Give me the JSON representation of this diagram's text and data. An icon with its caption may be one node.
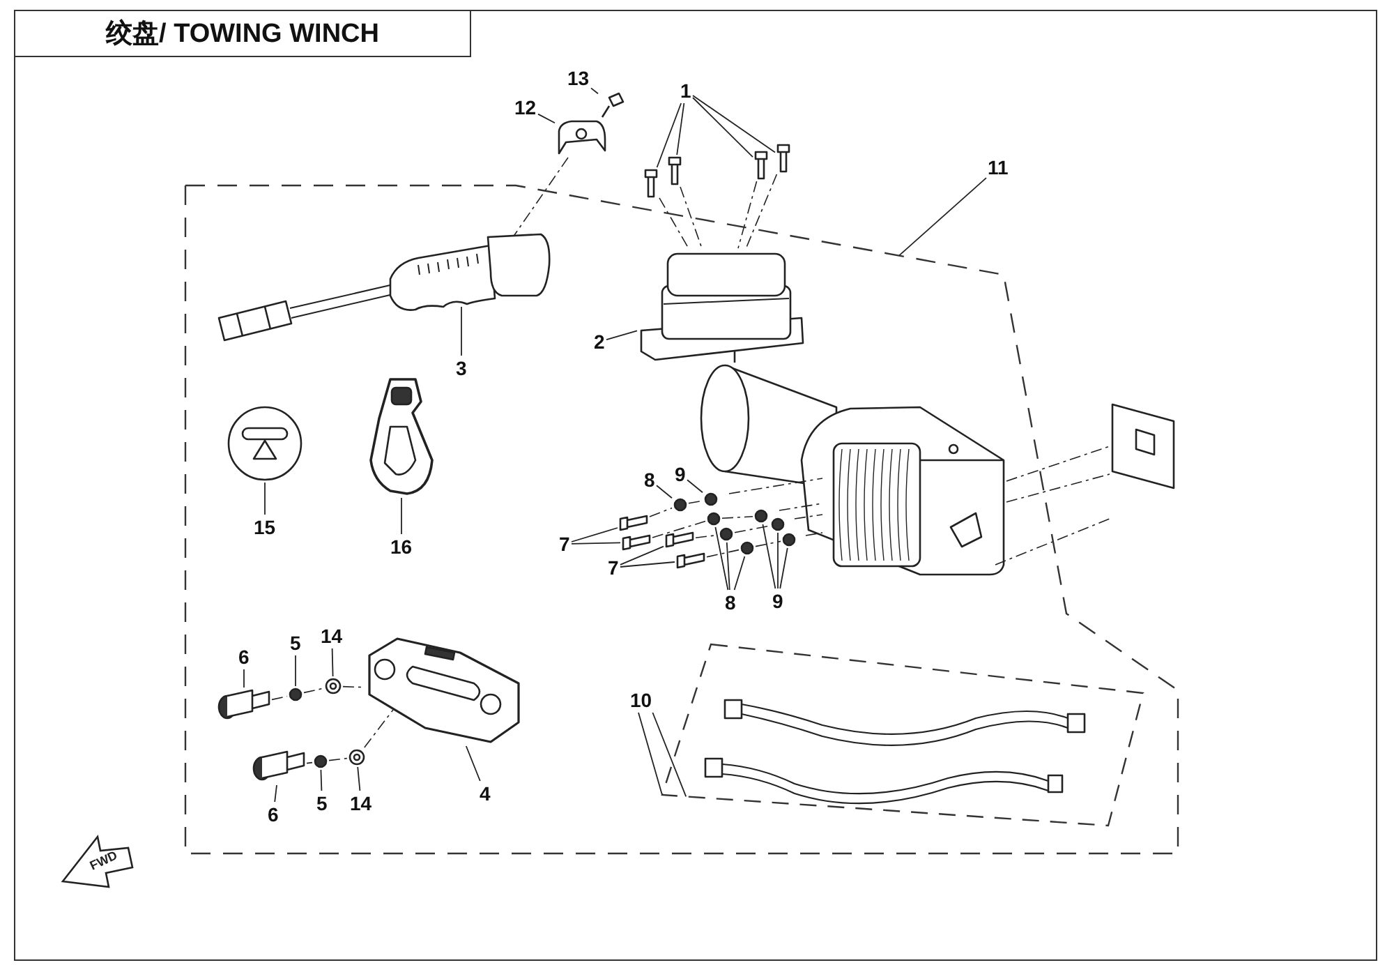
{
  "diagram": {
    "title": "绞盘/ TOWING WINCH",
    "nodes": [
      {
        "text": [
          "1"
        ]
      },
      {
        "text": [],
        "shape": "picture"
      },
      {
        "text": [],
        "shape": "picture"
      },
      {
        "text": [],
        "shape": "picture"
      },
      {
        "text": [],
        "shape": "picture"
      },
      {
        "text": [
          "13"
        ]
      },
      {
        "text": [],
        "shape": "picture"
      },
      {
        "text": [
          "12"
        ]
      },
      {
        "text": [],
        "shape": "picture"
      },
      {
        "text": [
          "11"
        ]
      },
      {
        "text": [],
        "shape": "box"
      },
      {
        "text": [
          "3"
        ],
        "in": 10
      },
      {
        "text": [],
        "shape": "picture",
        "in": 10
      },
      {
        "text": [
          "2"
        ],
        "in": 10
      },
      {
        "text": [],
        "shape": "picture",
        "in": 10
      },
      {
        "text": [
          "9"
        ],
        "in": 10
      },
      {
        "text": [],
        "shape": "circle",
        "in": 10
      },
      {
        "text": [
          "8"
        ],
        "in": 10
      },
      {
        "text": [],
        "shape": "circle",
        "in": 10
      },
      {
        "text": [
          "15"
        ],
        "in": 10
      },
      {
        "text": [],
        "shape": "picture",
        "in": 10
      },
      {
        "text": [
          "16"
        ],
        "in": 10
      },
      {
        "text": [],
        "shape": "picture",
        "in": 10
      },
      {
        "text": [
          "7"
        ],
        "in": 10
      },
      {
        "text": [],
        "shape": "picture",
        "in": 10
      },
      {
        "text": [],
        "shape": "picture",
        "in": 10
      },
      {
        "text": [
          "7"
        ],
        "in": 10
      },
      {
        "text": [],
        "shape": "picture",
        "in": 10
      },
      {
        "text": [],
        "shape": "picture",
        "in": 10
      },
      {
        "text": [
          "9"
        ],
        "in": 10
      },
      {
        "text": [],
        "shape": "circle",
        "in": 10
      },
      {
        "text": [],
        "shape": "circle",
        "in": 10
      },
      {
        "text": [],
        "shape": "circle",
        "in": 10
      },
      {
        "text": [
          "8"
        ],
        "in": 10
      },
      {
        "text": [],
        "shape": "circle",
        "in": 10
      },
      {
        "text": [],
        "shape": "circle",
        "in": 10
      },
      {
        "text": [],
        "shape": "circle",
        "in": 10
      },
      {
        "text": [
          "14"
        ],
        "in": 10
      },
      {
        "text": [],
        "shape": "picture",
        "in": 10
      },
      {
        "text": [
          "5"
        ],
        "in": 10
      },
      {
        "text": [],
        "shape": "circle",
        "in": 10
      },
      {
        "text": [
          "6"
        ],
        "in": 10
      },
      {
        "text": [],
        "shape": "picture",
        "in": 10
      },
      {
        "text": [
          "10"
        ],
        "in": 10
      },
      {
        "text": [],
        "shape": "box",
        "in": 10
      },
      {
        "text": [
          "4"
        ],
        "in": 10
      },
      {
        "text": [],
        "shape": "picture",
        "in": 10
      },
      {
        "text": [
          "5"
        ],
        "in": 10
      },
      {
        "text": [],
        "shape": "circle",
        "in": 10
      },
      {
        "text": [
          "14"
        ],
        "in": 10
      },
      {
        "text": [],
        "shape": "picture",
        "in": 10
      },
      {
        "text": [
          "6"
        ],
        "in": 10
      },
      {
        "text": [],
        "shape": "picture",
        "in": 10
      }
    ],
    "edges": [
      {
        "from": 0,
        "to": 1,
        "arrow": "none"
      },
      {
        "from": 0,
        "to": 2,
        "arrow": "none"
      },
      {
        "from": 0,
        "to": 3,
        "arrow": "none"
      },
      {
        "from": 0,
        "to": 4,
        "arrow": "none"
      },
      {
        "from": 5,
        "to": 6,
        "arrow": "none"
      },
      {
        "from": 7,
        "to": 8,
        "arrow": "none"
      },
      {
        "from": 9,
        "to": 10,
        "arrow": "none"
      },
      {
        "from": 11,
        "to": 12,
        "arrow": "none"
      },
      {
        "from": 13,
        "to": 14,
        "arrow": "none"
      },
      {
        "from": 15,
        "to": 16,
        "arrow": "none"
      },
      {
        "from": 17,
        "to": 18,
        "arrow": "none"
      },
      {
        "from": 19,
        "to": 20,
        "arrow": "none"
      },
      {
        "from": 21,
        "to": 22,
        "arrow": "none"
      },
      {
        "from": 23,
        "to": 24,
        "arrow": "none"
      },
      {
        "from": 23,
        "to": 25,
        "arrow": "none"
      },
      {
        "from": 26,
        "to": 27,
        "arrow": "none"
      },
      {
        "from": 26,
        "to": 28,
        "arrow": "none"
      },
      {
        "from": 29,
        "to": 30,
        "arrow": "none"
      },
      {
        "from": 29,
        "to": 31,
        "arrow": "none"
      },
      {
        "from": 29,
        "to": 32,
        "arrow": "none"
      },
      {
        "from": 33,
        "to": 34,
        "arrow": "none"
      },
      {
        "from": 33,
        "to": 35,
        "arrow": "none"
      },
      {
        "from": 33,
        "to": 36,
        "arrow": "none"
      },
      {
        "from": 37,
        "to": 38,
        "arrow": "none"
      },
      {
        "from": 39,
        "to": 40,
        "arrow": "none"
      },
      {
        "from": 41,
        "to": 42,
        "arrow": "none"
      },
      {
        "from": 43,
        "to": 44,
        "arrow": "none"
      },
      {
        "from": 43,
        "to": 44,
        "arrow": "none"
      },
      {
        "from": 45,
        "to": 46,
        "arrow": "none"
      },
      {
        "from": 47,
        "to": 48,
        "arrow": "none"
      },
      {
        "from": 49,
        "to": 50,
        "arrow": "none"
      },
      {
        "from": 51,
        "to": 52,
        "arrow": "none"
      },
      {
        "from": 8,
        "to": 12,
        "arrow": "none",
        "style": "dashed"
      },
      {
        "from": 1,
        "to": 14,
        "arrow": "none",
        "style": "dashed"
      },
      {
        "from": 2,
        "to": 14,
        "arrow": "none",
        "style": "dashed"
      },
      {
        "from": 3,
        "to": 14,
        "arrow": "none",
        "style": "dashed"
      },
      {
        "from": 4,
        "to": 14,
        "arrow": "none",
        "style": "dashed"
      },
      {
        "from": 24,
        "to": 18,
        "arrow": "none",
        "style": "dashed"
      },
      {
        "from": 18,
        "to": 16,
        "arrow": "none",
        "style": "dashed"
      },
      {
        "from": 25,
        "to": 34,
        "arrow": "none",
        "style": "dashed"
      },
      {
        "from": 34,
        "to": 30,
        "arrow": "none",
        "style": "dashed"
      },
      {
        "from": 27,
        "to": 35,
        "arrow": "none",
        "style": "dashed"
      },
      {
        "from": 35,
        "to": 31,
        "arrow": "none",
        "style": "dashed"
      },
      {
        "from": 28,
        "to": 36,
        "arrow": "none",
        "style": "dashed"
      },
      {
        "from": 36,
        "to": 32,
        "arrow": "none",
        "style": "dashed"
      },
      {
        "from": 42,
        "to": 40,
        "arrow": "none",
        "style": "dashed"
      },
      {
        "from": 40,
        "to": 38,
        "arrow": "none",
        "style": "dashed"
      },
      {
        "from": 38,
        "to": 46,
        "arrow": "none",
        "style": "dashed"
      },
      {
        "from": 52,
        "to": 48,
        "arrow": "none",
        "style": "dashed"
      },
      {
        "from": 48,
        "to": 50,
        "arrow": "none",
        "style": "dashed"
      },
      {
        "from": 50,
        "to": 46,
        "arrow": "none",
        "style": "dashed"
      }
    ],
    "labels": [
      "FWD"
    ]
  }
}
